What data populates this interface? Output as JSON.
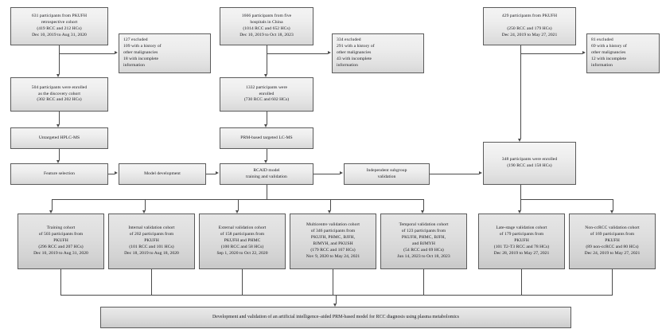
{
  "diagram": {
    "title": "RCC diagnosis study flow diagram",
    "colors": {
      "box_border": "#5b5b5b",
      "box_fill_top": "#f4f4f4",
      "box_fill_bottom": "#d8d8d8",
      "connector": "#4a4a4a",
      "text": "#16161a",
      "background": "#ffffff"
    },
    "boxes": {
      "pkufh_retrospective": "631 participants from PKUFH\nretrospective cohort\n(419 RCC and 212 HCs)\nDec 10, 2019 to Aug 31, 2020",
      "excluded_left": "127 excluded\n    109 with a history of\n          other malignancies\n    18 with incomplete\n          information",
      "discovery_cohort": "504 participants were enrolled\nas the discovery cohort\n(302 RCC and 202 HCs)",
      "untargeted_ms": "Untargeted HPLC-MS",
      "feature_selection": "Feature selection",
      "model_development": "Model development",
      "five_hospitals": "1666 participants from five\nhospitals in China\n(1014 RCC and 652 HCs)\nDec 10, 2019 to Oct 18, 2023",
      "excluded_middle": "334 excluded\n    291 with a history of\n          other malignancies\n    43 with incomplete\n          information",
      "enrolled_1332": "1332 participants were\nenrolled\n(730 RCC and 602 HCs)",
      "prm_targeted_ms": "PRM-based targeted LC-MS",
      "rcaid_model": "RCAID model\ntraining and validation",
      "independent_subgroup": "Independent subgroup\nvalidation",
      "pkufh_429": "429 participants from PKUFH\n\n(250 RCC and 179 HCs)\nDec 24, 2019 to May 27, 2021",
      "excluded_right": "81 excluded\n    69 with a history of\n        other malignancies\n    12 with incomplete\n        information",
      "enrolled_348": "348 participants were enrolled\n(190 RCC and 158 HCs)",
      "final_conclusion": "Development and validation of an artificial intelligence–aided PRM-based model for RCC diagnosis using plasma metabolomics"
    },
    "cohorts": [
      {
        "name": "training-cohort",
        "title": "Training cohort\nof 503 participants from\nPKUFH",
        "detail": "(296 RCC and 207 HCs)\nDec 10, 2019 to Aug 31, 2020"
      },
      {
        "name": "internal-validation-cohort",
        "title": "Internal validation cohort\nof 202 participants from\nPKUFH",
        "detail": "(101 RCC and 101 HCs)\nDec 18, 2019 to Aug 18, 2020"
      },
      {
        "name": "external-validation-cohort",
        "title": "External validation cohort\nof 158 participants from\nPKUFH and PHMC",
        "detail": "(100 RCC and 58 HCs)\nSep 1, 2020 to  Oct 22, 2020"
      },
      {
        "name": "multicentre-validation-cohort",
        "title": "Multicentre validation cohort\nof 346 participants from\nPKUFH, PHMC, BJFH,\nBJMYH, and PKUSH",
        "detail": "(179 RCC and 167 HCs)\nNov 9, 2020 to May 24, 2021"
      },
      {
        "name": "temporal-validation-cohort",
        "title": "Temporal validation cohort\nof 123 participants from\nPKUFH, PHMC, BJFH,\nand BJMYH",
        "detail": "(54 RCC and 69 HCs)\nJun 14, 2023 to Oct 18, 2023"
      },
      {
        "name": "late-stage-validation-cohort",
        "title": "Late-stage validation cohort\nof 179 participants from\nPKUFH",
        "detail": "(101 T2-T3 RCC and 78 HCs)\nDec 28, 2019 to May 27, 2021"
      },
      {
        "name": "non-ccrcc-validation-cohort",
        "title": "Non-ccRCC validation cohort\nof 169 participants from\nPKUFH",
        "detail": "(89 non-ccRCC and 80 HCs)\nDec 24, 2019 to May 27, 2021"
      }
    ]
  }
}
